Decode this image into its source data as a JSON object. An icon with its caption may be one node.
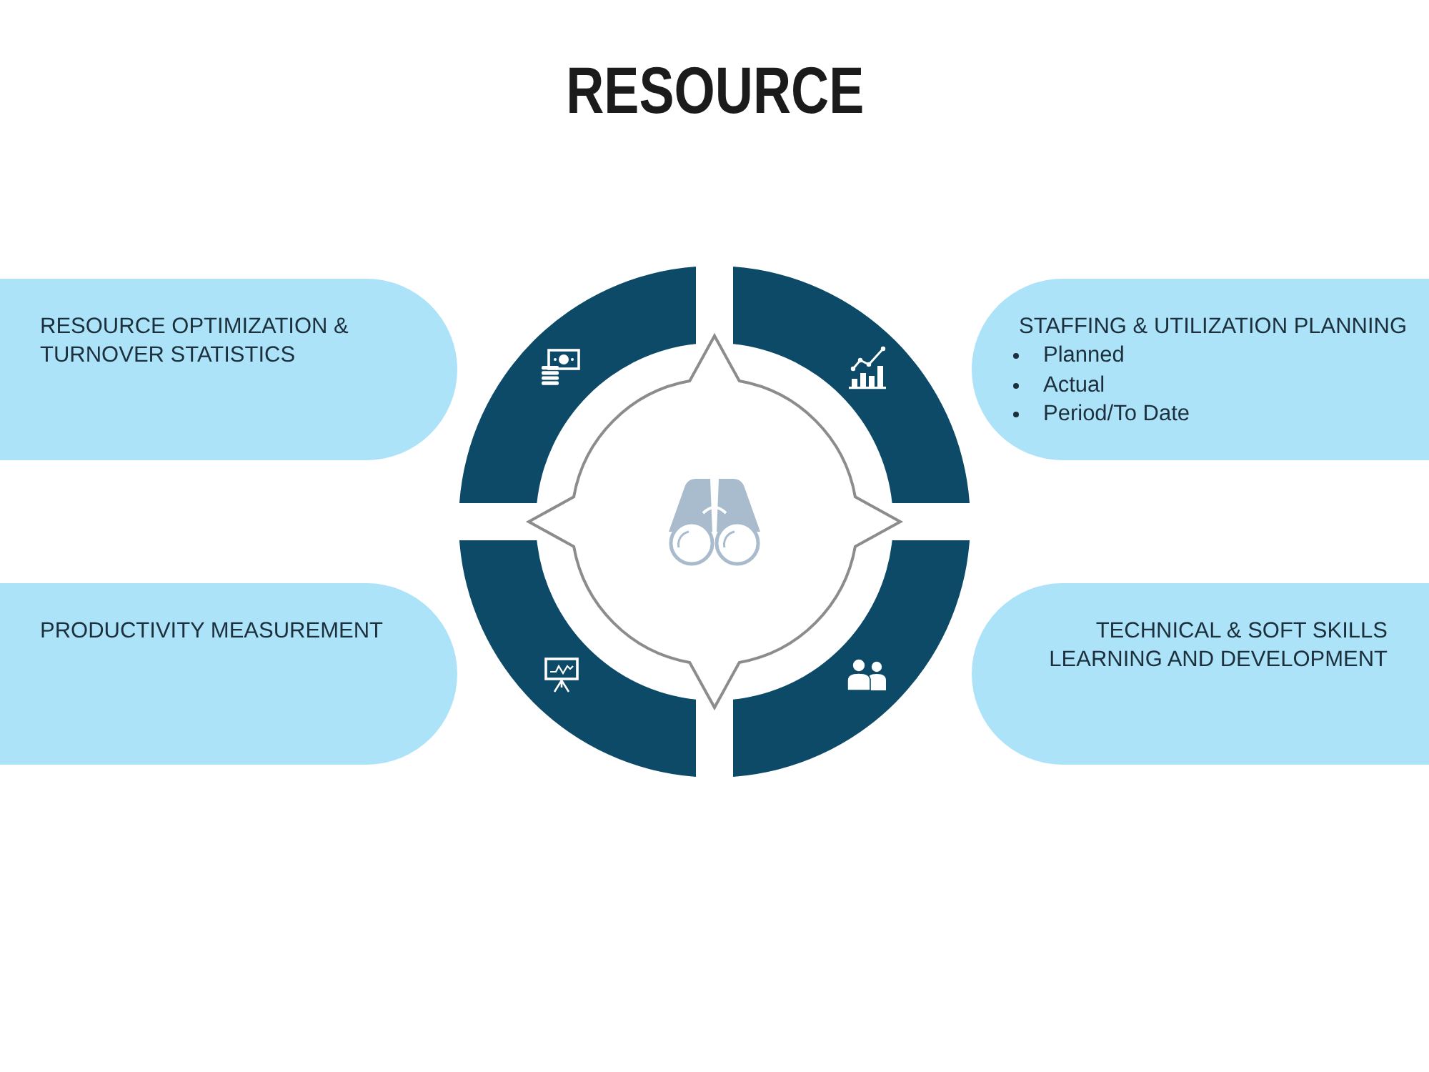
{
  "diagram": {
    "title": "RESOURCE",
    "nodes": [
      {
        "text": [
          "RESOURCE OPTIMIZATION & TURNOVER STATISTICS"
        ]
      },
      {
        "text": [
          "STAFFING & UTILIZATION PLANNING",
          "Planned",
          "Actual",
          "Period/To Date"
        ]
      },
      {
        "text": [
          "PRODUCTIVITY MEASUREMENT"
        ]
      },
      {
        "text": [
          "TECHNICAL & SOFT SKILLS LEARNING AND DEVELOPMENT"
        ]
      }
    ]
  }
}
